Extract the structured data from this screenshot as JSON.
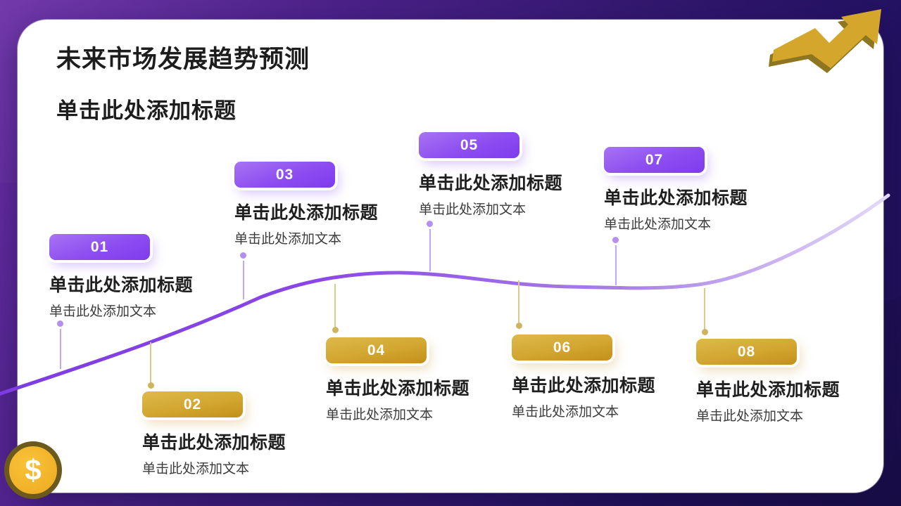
{
  "page": {
    "title": "未来市场发展趋势预测",
    "subtitle": "单击此处添加标题"
  },
  "coin": {
    "symbol": "$"
  },
  "colors": {
    "bg_gradient_start": "#6b2fa6",
    "bg_gradient_end": "#1e1055",
    "purple_badge_start": "#a873f3",
    "purple_badge_end": "#7e3bee",
    "gold_badge_start": "#ddb94b",
    "gold_badge_end": "#c2901a",
    "curve_start": "#7d3ce2",
    "curve_end": "#e3d9f7",
    "arrow_gold": "#d4a72c",
    "arrow_shadow": "#8e751f",
    "coin_fill": "#f5b52b",
    "coin_ring": "#6b591d"
  },
  "items": [
    {
      "num": "01",
      "title": "单击此处添加标题",
      "body": "单击此处添加文本",
      "theme": "purple",
      "side": "top"
    },
    {
      "num": "02",
      "title": "单击此处添加标题",
      "body": "单击此处添加文本",
      "theme": "gold",
      "side": "bottom"
    },
    {
      "num": "03",
      "title": "单击此处添加标题",
      "body": "单击此处添加文本",
      "theme": "purple",
      "side": "top"
    },
    {
      "num": "04",
      "title": "单击此处添加标题",
      "body": "单击此处添加文本",
      "theme": "gold",
      "side": "bottom"
    },
    {
      "num": "05",
      "title": "单击此处添加标题",
      "body": "单击此处添加文本",
      "theme": "purple",
      "side": "top"
    },
    {
      "num": "06",
      "title": "单击此处添加标题",
      "body": "单击此处添加文本",
      "theme": "gold",
      "side": "bottom"
    },
    {
      "num": "07",
      "title": "单击此处添加标题",
      "body": "单击此处添加文本",
      "theme": "purple",
      "side": "top"
    },
    {
      "num": "08",
      "title": "单击此处添加标题",
      "body": "单击此处添加文本",
      "theme": "gold",
      "side": "bottom"
    }
  ]
}
